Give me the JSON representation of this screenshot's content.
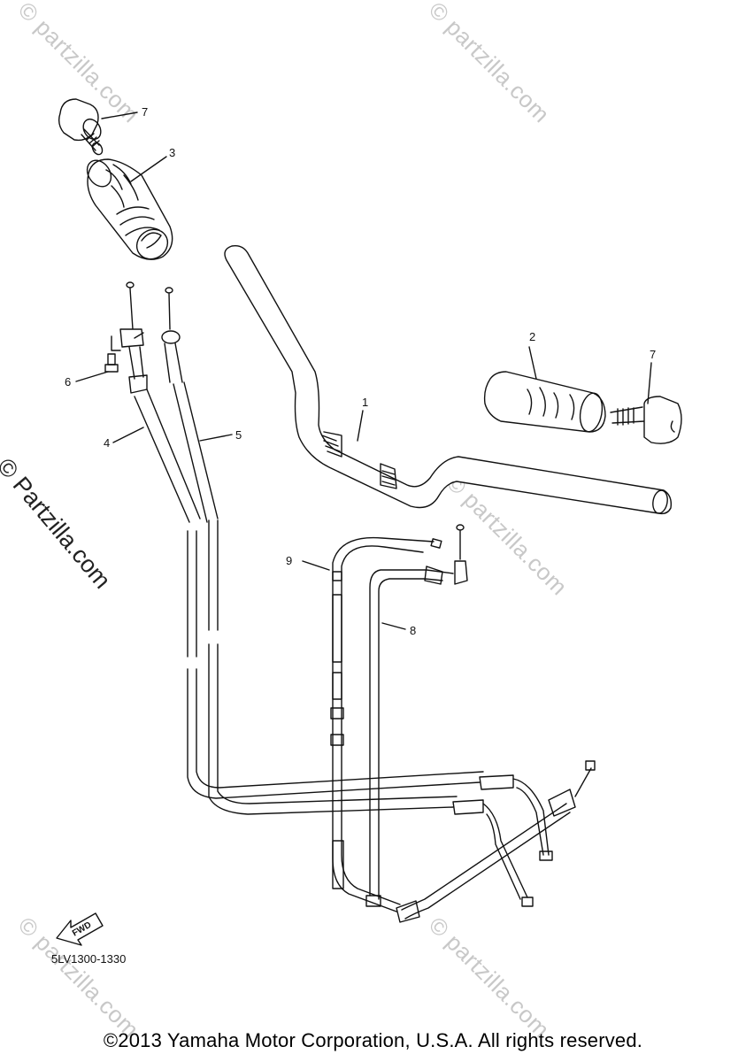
{
  "watermark": "© partzilla.com",
  "side_watermark": "© Partzilla.com",
  "diagram_code": "5LV1300-1330",
  "fwd_label": "FWD",
  "copyright": "©2013 Yamaha Motor Corporation, U.S.A. All rights reserved.",
  "callouts": {
    "c1": "1",
    "c2": "2",
    "c3": "3",
    "c4": "4",
    "c5": "5",
    "c6": "6",
    "c7a": "7",
    "c7b": "7",
    "c8": "8",
    "c9": "9"
  },
  "parts": [
    {
      "ref": "1",
      "name": "handlebar"
    },
    {
      "ref": "2",
      "name": "grip-right"
    },
    {
      "ref": "3",
      "name": "grip-left-throttle"
    },
    {
      "ref": "4",
      "name": "throttle-cable-1"
    },
    {
      "ref": "5",
      "name": "throttle-cable-2"
    },
    {
      "ref": "6",
      "name": "screw"
    },
    {
      "ref": "7",
      "name": "bar-end-weight"
    },
    {
      "ref": "8",
      "name": "clutch-cable"
    },
    {
      "ref": "9",
      "name": "cable"
    }
  ]
}
